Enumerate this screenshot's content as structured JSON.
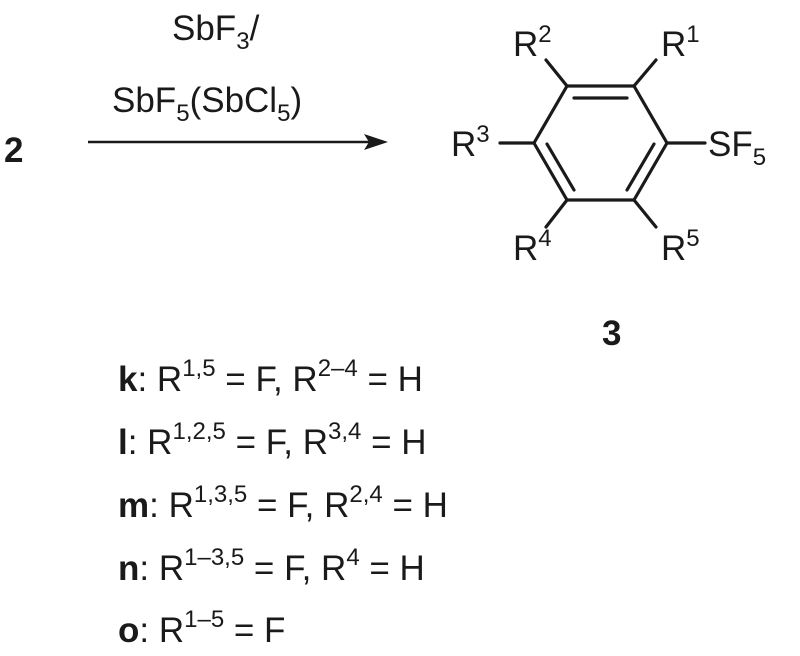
{
  "start_compound": "2",
  "product_compound": "3",
  "reagent": {
    "line1_main": "SbF",
    "line1_sub": "3",
    "line1_tail": "/",
    "line2_a": "SbF",
    "line2_sub_a": "5",
    "line2_b": "(SbCl",
    "line2_sub_b": "5",
    "line2_c": ")"
  },
  "ring_substituents": {
    "r1": {
      "main": "R",
      "sup": "1"
    },
    "r2": {
      "main": "R",
      "sup": "2"
    },
    "r3": {
      "main": "R",
      "sup": "3"
    },
    "r4": {
      "main": "R",
      "sup": "4"
    },
    "r5": {
      "main": "R",
      "sup": "5"
    },
    "sf5": {
      "main": "SF",
      "sub": "5"
    }
  },
  "legend": [
    {
      "letter": "k",
      "parts": [
        ": R",
        "1,5",
        " = F, R",
        "2–4",
        " = H"
      ]
    },
    {
      "letter": "l",
      "parts": [
        ": R",
        "1,2,5",
        " = F, R",
        "3,4",
        " = H"
      ]
    },
    {
      "letter": "m",
      "parts": [
        ": R",
        "1,3,5",
        " = F, R",
        "2,4",
        " = H"
      ]
    },
    {
      "letter": "n",
      "parts": [
        ": R",
        "1–3,5",
        " = F, R",
        "4",
        " = H"
      ]
    },
    {
      "letter": "o",
      "parts": [
        ": R",
        "1–5",
        " = F",
        "",
        ""
      ]
    }
  ]
}
